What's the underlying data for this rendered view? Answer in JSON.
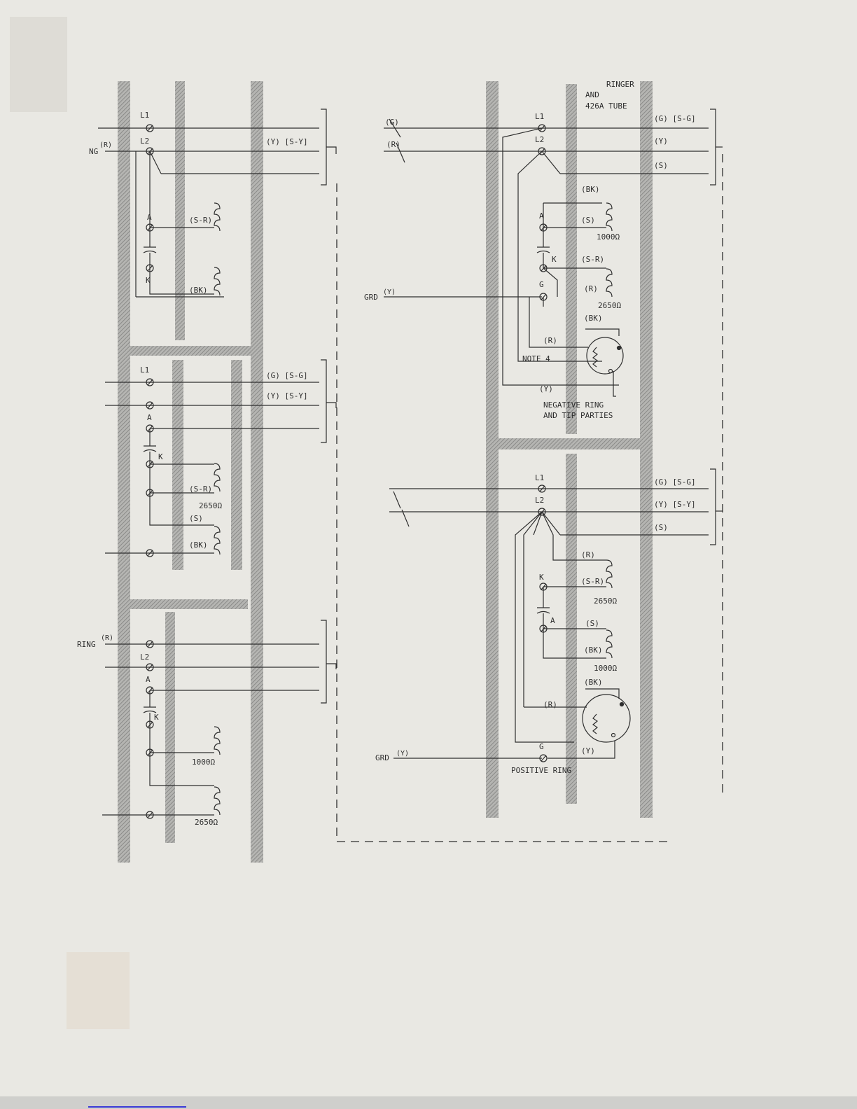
{
  "left_panels": {
    "top": {
      "terminals": [
        "L1",
        "L2",
        "A",
        "K"
      ],
      "lead_in": "NG",
      "lead_in_color": "(R)",
      "line2_label": "(Y) [S-Y]",
      "coil1_label": "(S-R)",
      "coil2_label": "(BK)"
    },
    "middle": {
      "terminals": [
        "L1",
        "A",
        "K"
      ],
      "line1_label": "(G) [S-G]",
      "line2_label": "(Y) [S-Y]",
      "coil1_label": "(S-R)",
      "coil1_value": "2650Ω",
      "coil2_top_label": "(S)",
      "coil2_label": "(BK)"
    },
    "bottom": {
      "terminals": [
        "L2",
        "A",
        "K"
      ],
      "lead_in": "RING",
      "lead_in_color": "(R)",
      "coil1_value": "1000Ω",
      "coil2_value": "2650Ω"
    }
  },
  "center": {
    "top_lead1": "(G)",
    "top_lead2": "(R)",
    "grd_label": "GRD",
    "grd_color": "(Y)",
    "grd2_label": "GRD",
    "grd2_color": "(Y)"
  },
  "right_top": {
    "header_line1": "RINGER",
    "header_line2": "AND",
    "header_line3": "426A TUBE",
    "terminals": [
      "L1",
      "L2",
      "A",
      "K",
      "G"
    ],
    "line1_label": "(G) [S-G]",
    "line2_label": "(Y)",
    "line3_label": "(S)",
    "bk_label": "(BK)",
    "coil1_label": "(S)",
    "coil1_value": "1000Ω",
    "coil2_top_label": "(S-R)",
    "coil2_label": "(R)",
    "coil2_value": "2650Ω",
    "tube_bk": "(BK)",
    "tube_r": "(R)",
    "note": "NOTE 4",
    "tube_y": "(Y)",
    "caption1": "NEGATIVE RING",
    "caption2": "AND TIP PARTIES"
  },
  "right_bottom": {
    "terminals": [
      "L1",
      "L2",
      "K",
      "A",
      "G"
    ],
    "line1_label": "(G) [S-G]",
    "line2_label": "(Y) [S-Y]",
    "line3_label": "(S)",
    "r_label": "(R)",
    "coil1_label": "(S-R)",
    "coil1_value": "2650Ω",
    "coil2_top_label": "(S)",
    "coil2_label": "(BK)",
    "coil2_value": "1000Ω",
    "tube_bk": "(BK)",
    "tube_r": "(R)",
    "tube_y": "(Y)",
    "caption": "POSITIVE RING"
  },
  "colors": {
    "paper": "#e9e8e3",
    "ink": "#2e2e2e",
    "terminal_strip": "#9c9c9c",
    "footer_strip": "#cfcfcc",
    "footer_link": "#3b3bd6"
  }
}
